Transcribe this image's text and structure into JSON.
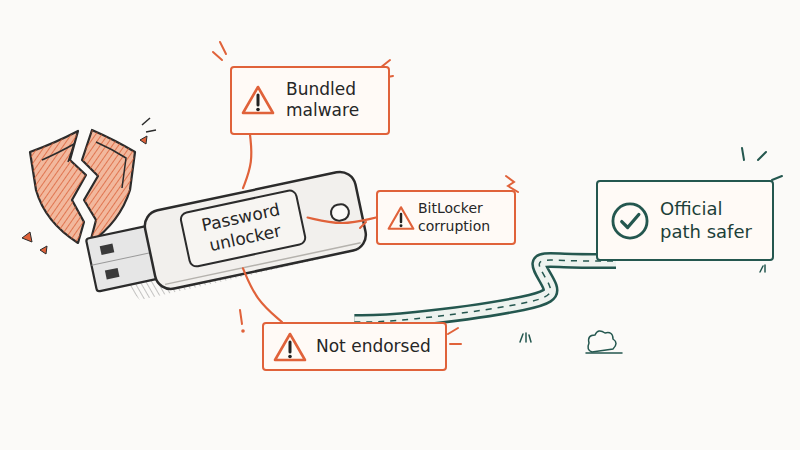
{
  "diagram": {
    "nodes": [
      {
        "text": [
          "Bundled malware"
        ]
      },
      {
        "text": [
          "Password unlocker"
        ]
      },
      {
        "text": [
          "BitLocker corruption"
        ]
      },
      {
        "text": [
          "Official path safer"
        ]
      },
      {
        "text": [
          "Not endorsed"
        ]
      }
    ],
    "edges": [
      {
        "from": 1,
        "to": 0,
        "arrow": "none"
      },
      {
        "from": 1,
        "to": 2,
        "arrow": "none"
      },
      {
        "from": 1,
        "to": 4,
        "arrow": "none"
      },
      {
        "from": 4,
        "to": 3,
        "arrow": "none"
      }
    ]
  }
}
